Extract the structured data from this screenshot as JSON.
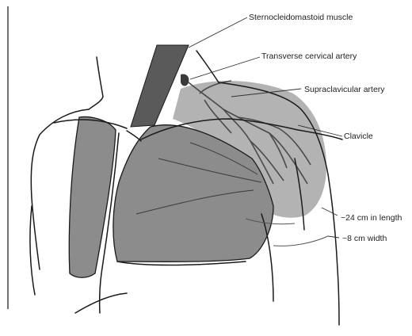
{
  "labels": {
    "scm": "Sternocleidomastoid muscle",
    "tca": "Transverse cervical artery",
    "sca": "Supraclavicular artery",
    "clavicle": "Clavicle",
    "length": "~24 cm in length",
    "width": "~8 cm width"
  },
  "colors": {
    "outline": "#1a1a1a",
    "muscle": "#8a8a8a",
    "scm_muscle": "#5a5a5a",
    "flap": "#b0b0b0",
    "vessel": "#4a4a4a"
  }
}
